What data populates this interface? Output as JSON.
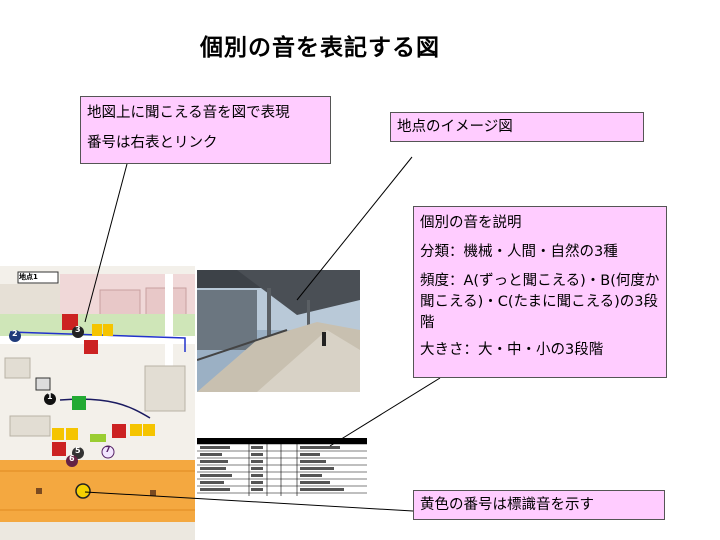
{
  "title": "個別の音を表記する図",
  "callouts": {
    "map": {
      "line1": "地図上に聞こえる音を図で表現",
      "line2": "番号は右表とリンク"
    },
    "photo": {
      "label": "地点のイメージ図"
    },
    "description": {
      "line1": "個別の音を説明",
      "line2": "分類：機械・人間・自然の3種",
      "line3": "頻度：A(ずっと聞こえる)・B(何度か聞こえる)・C(たまに聞こえる)の3段階",
      "line4": "大きさ：大・中・小の3段階"
    },
    "sign": {
      "label": "黄色の番号は標識音を示す"
    }
  },
  "map": {
    "point_label": "地点1",
    "markers": [
      "1",
      "2",
      "3",
      "5",
      "6",
      "7"
    ]
  },
  "colors": {
    "callout_bg": "#ffccff",
    "map_orange": "#f4a840",
    "map_green": "#cfe6b8",
    "route_blue": "#2233cc",
    "sign_yellow": "#f5d000"
  }
}
